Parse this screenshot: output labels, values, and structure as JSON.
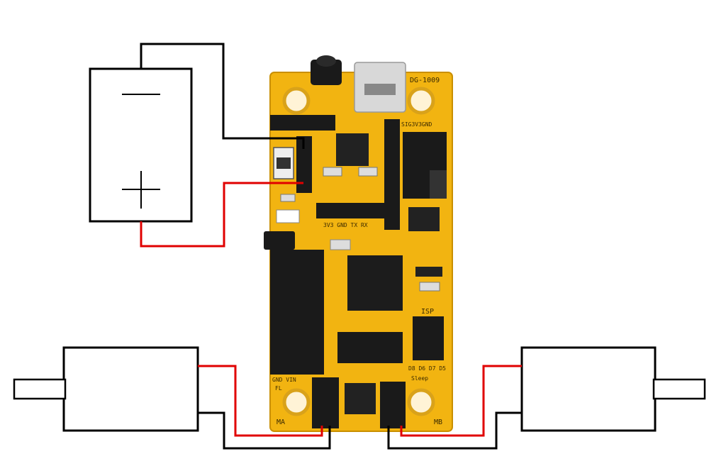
{
  "diagram": {
    "battery": {
      "negative_symbol": "—",
      "positive_symbol": "+"
    },
    "board": {
      "model": "DG-1009",
      "header_label_top": "SIG3V3GND",
      "uart_label": "3V3 GND TX RX",
      "isp_label": "ISP",
      "pin_label": "D8 D6 D7 D5",
      "sleep_label": "Sleep",
      "motor_a_label": "MA",
      "motor_b_label": "MB",
      "power_label_left": "GND VIN",
      "fl_label": "FL"
    },
    "wire_colors": {
      "negative": "#000000",
      "positive": "#e00000"
    },
    "board_color": "#f2b411"
  }
}
